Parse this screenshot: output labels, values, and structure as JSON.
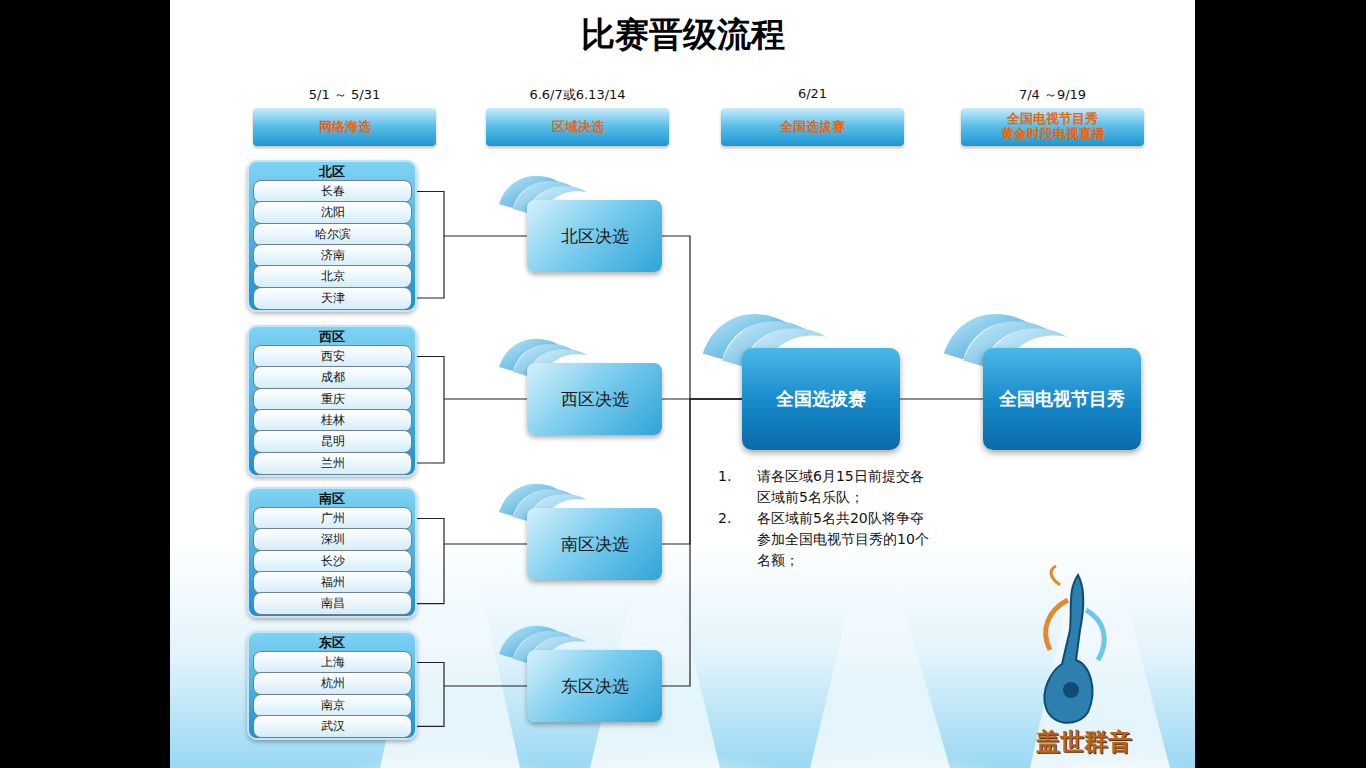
{
  "diagram": {
    "title": "比赛晋级流程",
    "nodes": [
      {
        "text": [
          "5/1 ～ 5/31",
          "网络海选"
        ]
      },
      {
        "text": [
          "6.6/7或6.13/14",
          "区域决选"
        ]
      },
      {
        "text": [
          "6/21",
          "全国选拔赛"
        ]
      },
      {
        "text": [
          "7/4 ～9/19",
          "全国电视节目秀 黄金时段电视直播"
        ]
      },
      {
        "text": [
          "北区"
        ]
      },
      {
        "text": [
          "长春"
        ],
        "in": 4
      },
      {
        "text": [
          "沈阳"
        ],
        "in": 4
      },
      {
        "text": [
          "哈尔滨"
        ],
        "in": 4
      },
      {
        "text": [
          "济南"
        ],
        "in": 4
      },
      {
        "text": [
          "北京"
        ],
        "in": 4
      },
      {
        "text": [
          "天津"
        ],
        "in": 4
      },
      {
        "text": [
          "西区"
        ]
      },
      {
        "text": [
          "西安"
        ],
        "in": 11
      },
      {
        "text": [
          "成都"
        ],
        "in": 11
      },
      {
        "text": [
          "重庆"
        ],
        "in": 11
      },
      {
        "text": [
          "桂林"
        ],
        "in": 11
      },
      {
        "text": [
          "昆明"
        ],
        "in": 11
      },
      {
        "text": [
          "兰州"
        ],
        "in": 11
      },
      {
        "text": [
          "南区"
        ]
      },
      {
        "text": [
          "广州"
        ],
        "in": 18
      },
      {
        "text": [
          "深圳"
        ],
        "in": 18
      },
      {
        "text": [
          "长沙"
        ],
        "in": 18
      },
      {
        "text": [
          "福州"
        ],
        "in": 18
      },
      {
        "text": [
          "南昌"
        ],
        "in": 18
      },
      {
        "text": [
          "东区"
        ]
      },
      {
        "text": [
          "上海"
        ],
        "in": 24
      },
      {
        "text": [
          "杭州"
        ],
        "in": 24
      },
      {
        "text": [
          "南京"
        ],
        "in": 24
      },
      {
        "text": [
          "武汉"
        ],
        "in": 24
      },
      {
        "text": [
          "北区决选"
        ]
      },
      {
        "text": [
          "西区决选"
        ]
      },
      {
        "text": [
          "南区决选"
        ]
      },
      {
        "text": [
          "东区决选"
        ]
      },
      {
        "text": [
          "全国选拔赛"
        ]
      },
      {
        "text": [
          "全国电视节目秀"
        ]
      }
    ],
    "edges": [
      {
        "from": 4,
        "to": 29,
        "arrow": "none"
      },
      {
        "from": 11,
        "to": 30,
        "arrow": "none"
      },
      {
        "from": 18,
        "to": 31,
        "arrow": "none"
      },
      {
        "from": 24,
        "to": 32,
        "arrow": "none"
      },
      {
        "from": 29,
        "to": 33,
        "arrow": "none"
      },
      {
        "from": 30,
        "to": 33,
        "arrow": "none"
      },
      {
        "from": 31,
        "to": 33,
        "arrow": "none"
      },
      {
        "from": 32,
        "to": 33,
        "arrow": "none"
      },
      {
        "from": 33,
        "to": 34,
        "arrow": "none"
      }
    ],
    "labels": [
      "1.",
      "请各区域6月15日前提交各区域前5名乐队；",
      "2.",
      "各区域前5名共20队将争夺参加全国电视节目秀的10个名额；",
      "盖世群音"
    ]
  }
}
